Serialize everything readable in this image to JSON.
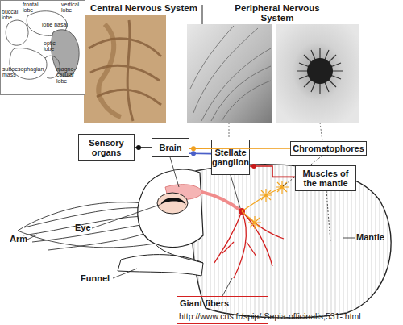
{
  "diagram": {
    "nodes": [
      {
        "text": [
          "Sensory organs"
        ]
      },
      {
        "text": [
          "Brain"
        ]
      },
      {
        "text": [
          "Stellate ganglion"
        ]
      },
      {
        "text": [
          "Chromatophores"
        ]
      },
      {
        "text": [
          "Muscles of the mantle"
        ]
      },
      {
        "text": [
          "Giant fibers"
        ]
      }
    ],
    "edges": [
      {
        "from": 0,
        "to": 1,
        "arrow": "none"
      },
      {
        "from": 1,
        "to": 2,
        "arrow": "none"
      },
      {
        "from": 1,
        "to": 3,
        "arrow": "none"
      },
      {
        "from": 2,
        "to": 4,
        "arrow": "none"
      }
    ],
    "labels": [
      "Central Nervous System",
      "Peripheral Nervous System",
      "buccal lobe",
      "frontal lobe",
      "vertical lobe",
      "lobe basal",
      "optic lobe",
      "suboesophagian mass",
      "magno-cellular lobe",
      "Eye",
      "Arm",
      "Funnel",
      "Mantle",
      "http://www.cns.fr/spip/-Sepia-officinalis,531-.html"
    ]
  }
}
